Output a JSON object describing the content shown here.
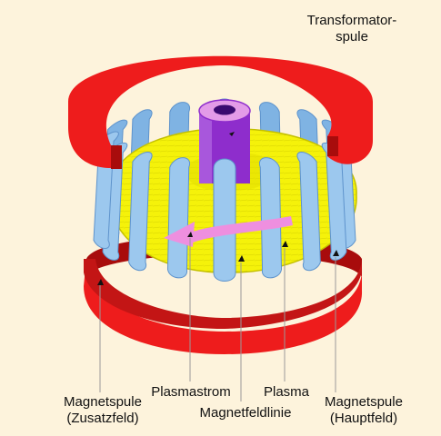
{
  "labels": {
    "transformator_coil": {
      "line1": "Transformator-",
      "line2": "spule"
    },
    "magnet_coil_additional": {
      "line1": "Magnetspule",
      "line2": "(Zusatzfeld)"
    },
    "plasma_current": "Plasmastrom",
    "magnetic_field_line": "Magnetfeldlinie",
    "plasma": "Plasma",
    "magnet_coil_main": {
      "line1": "Magnetspule",
      "line2": "(Hauptfeld)"
    }
  },
  "colors": {
    "background": "#fdf3dc",
    "coil_red": "#ee1c1c",
    "coil_red_dark": "#a80c0c",
    "toroidal_coil_blue": "#9cc8ee",
    "toroidal_coil_blue_dark": "#5e93cc",
    "plasma_yellow": "#f5f20a",
    "plasma_yellow_dark": "#c4c000",
    "central_solenoid_purple": "#8e2dcc",
    "central_solenoid_top": "#e39be8",
    "current_arrow_pink": "#ee8fdf"
  },
  "icons": {
    "current_arrow": "curved-arrow-left"
  }
}
